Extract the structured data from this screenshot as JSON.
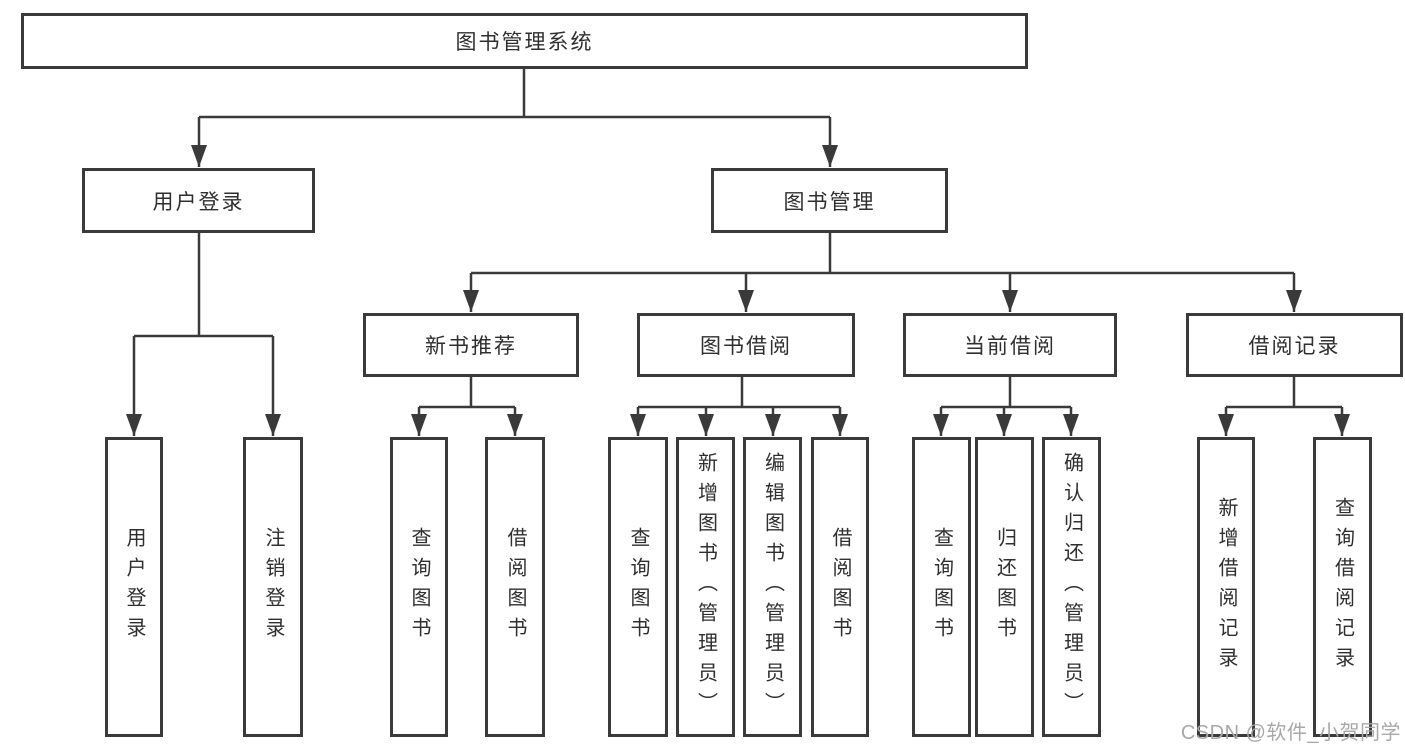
{
  "tree": {
    "root": "图书管理系统",
    "login": {
      "label": "用户登录",
      "children": [
        "用户登录",
        "注销登录"
      ]
    },
    "management": {
      "label": "图书管理",
      "groups": [
        {
          "label": "新书推荐",
          "children": [
            "查询图书",
            "借阅图书"
          ]
        },
        {
          "label": "图书借阅",
          "children": [
            "查询图书",
            "新增图书（管理员）",
            "编辑图书（管理员）",
            "借阅图书"
          ]
        },
        {
          "label": "当前借阅",
          "children": [
            "查询图书",
            "归还图书",
            "确认归还（管理员）"
          ]
        },
        {
          "label": "借阅记录",
          "children": [
            "新增借阅记录",
            "查询借阅记录"
          ]
        }
      ]
    }
  },
  "watermark": "CSDN @软件_小贺同学",
  "colors": {
    "line": "#3a3a3a",
    "text": "#2f2f2f",
    "box_background": "#ffffff",
    "watermark": "#a8a8a8"
  }
}
